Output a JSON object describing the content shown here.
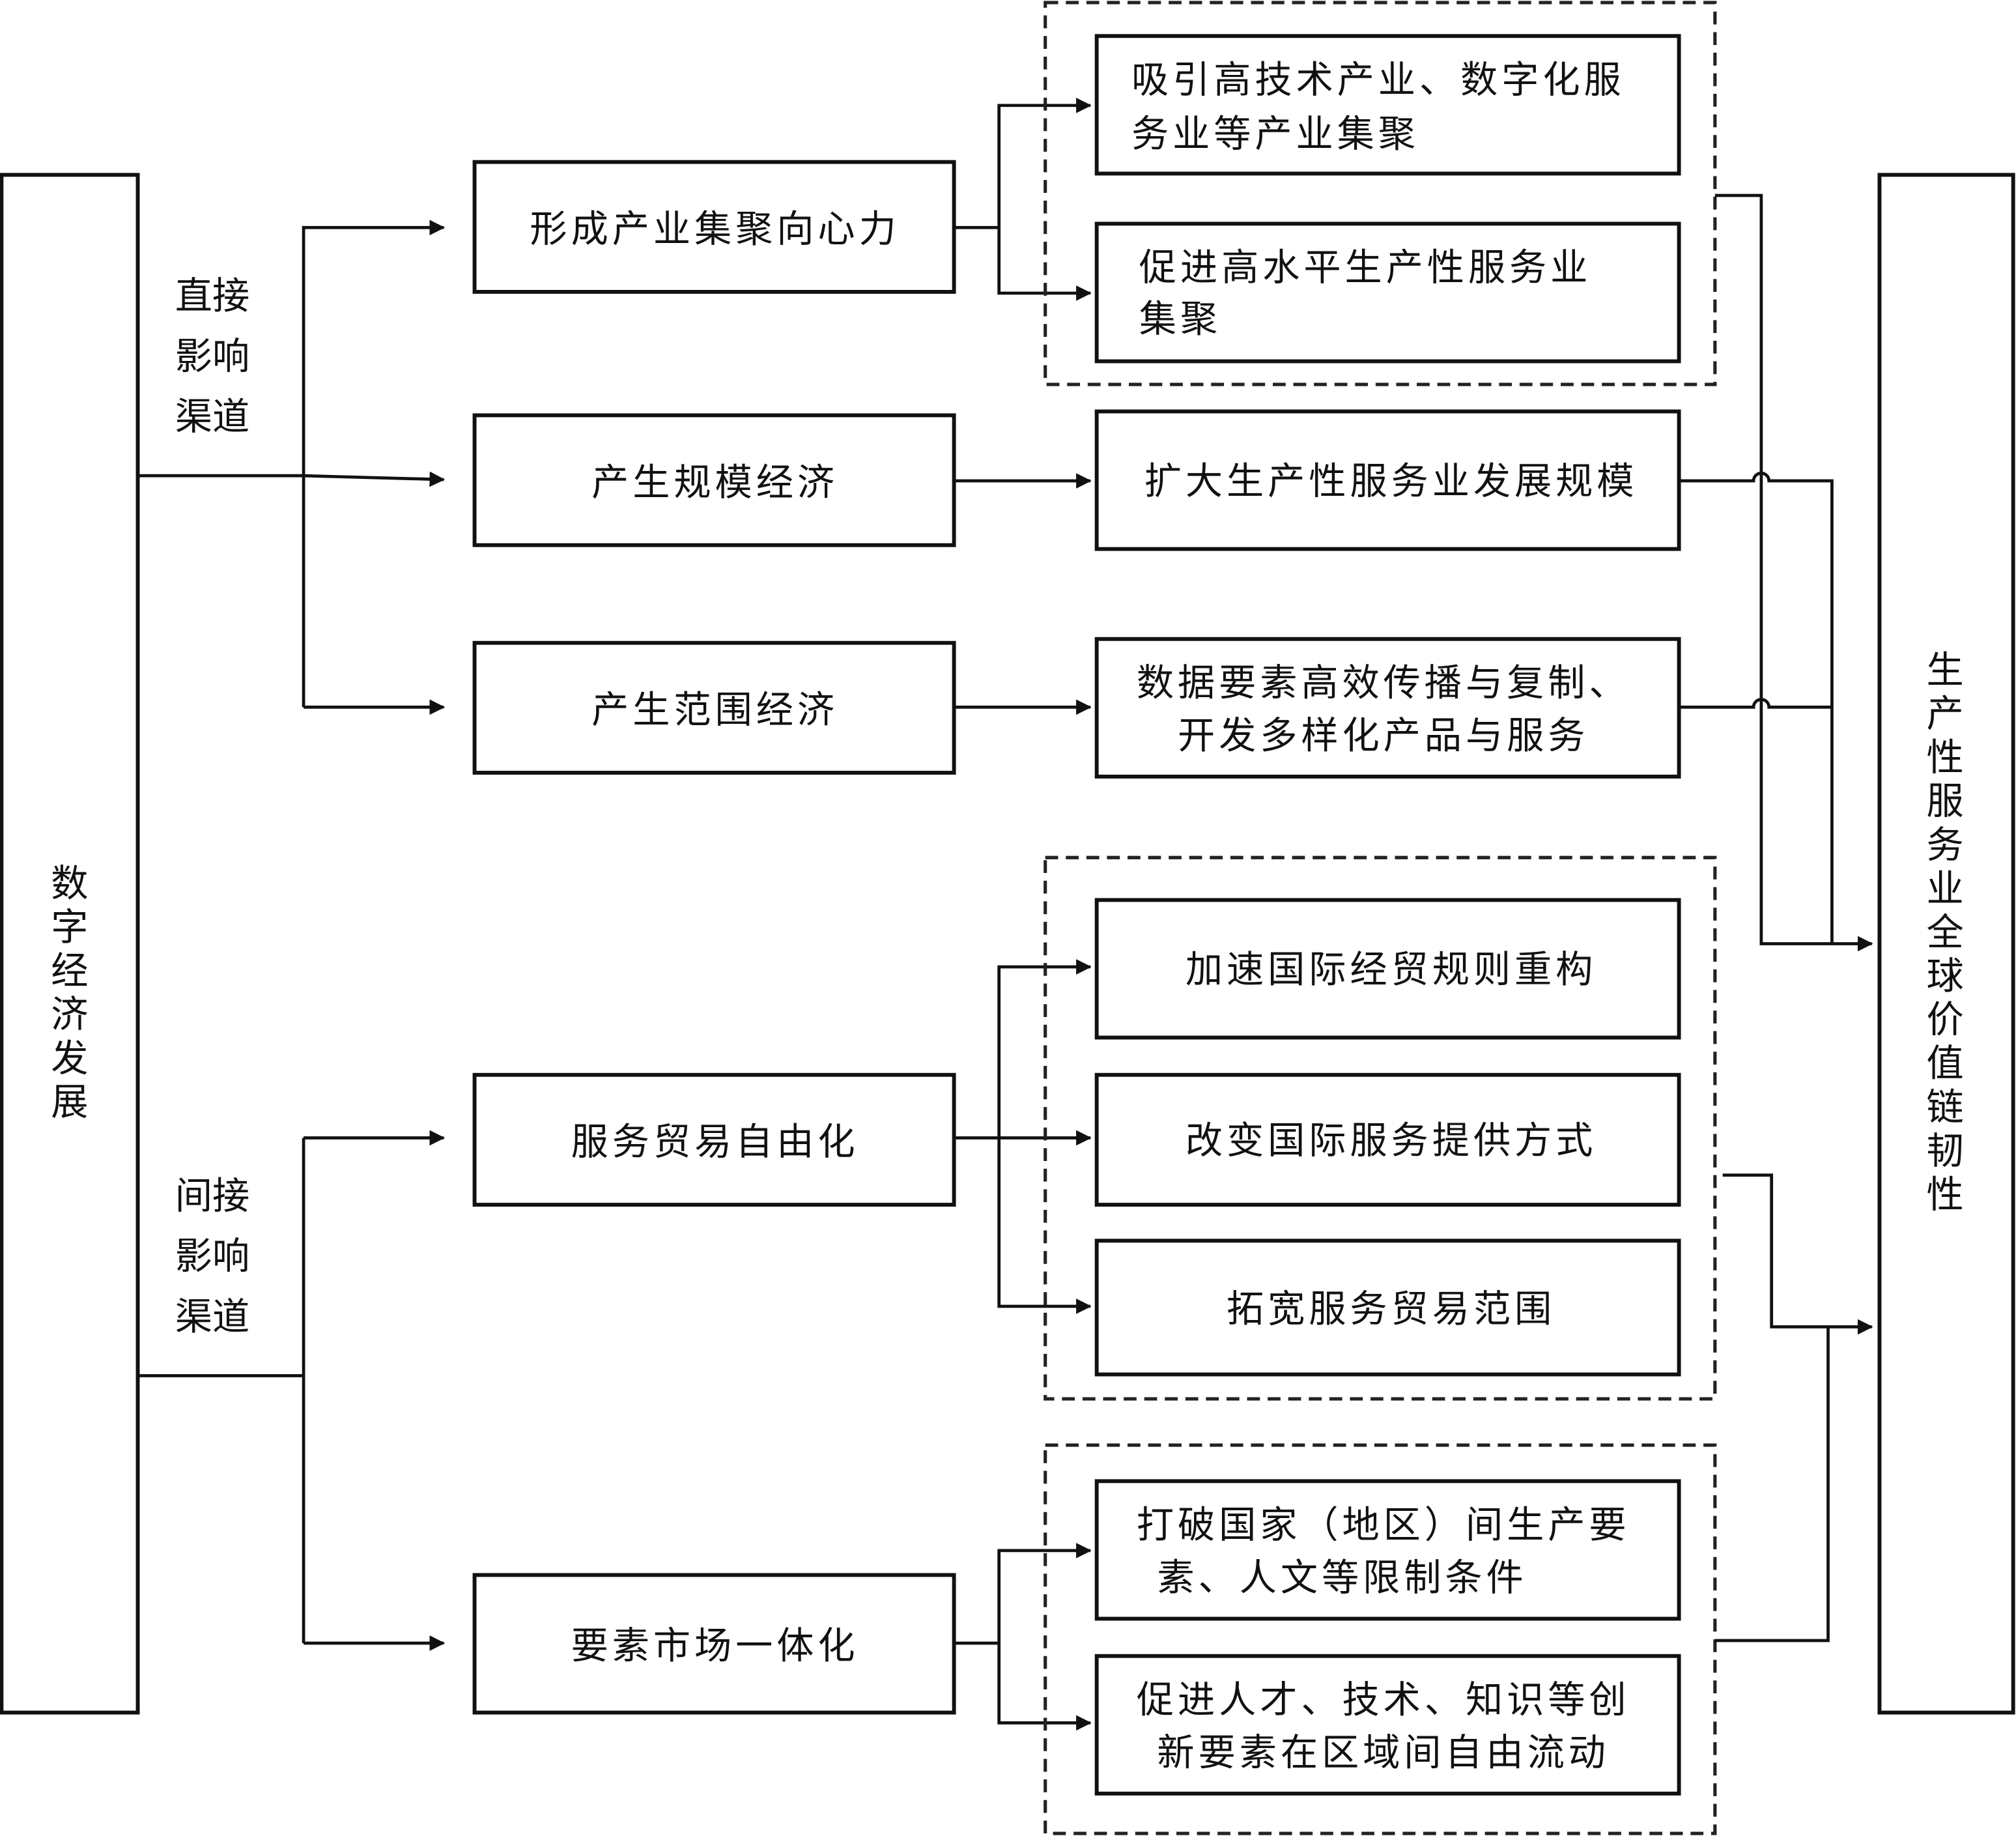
{
  "diagram": {
    "source": "数字经济发展",
    "target": "生产性服务业全球价值链韧性",
    "channels": [
      {
        "label_lines": [
          "直接",
          "影响",
          "渠道"
        ]
      },
      {
        "label_lines": [
          "间接",
          "影响",
          "渠道"
        ]
      }
    ],
    "mid_nodes": [
      {
        "label": "形成产业集聚向心力"
      },
      {
        "label": "产生规模经济"
      },
      {
        "label": "产生范围经济"
      },
      {
        "label": "服务贸易自由化"
      },
      {
        "label": "要素市场一体化"
      }
    ],
    "effect_nodes": [
      {
        "lines": [
          "吸引高技术产业、数字化服",
          "务业等产业集聚"
        ]
      },
      {
        "lines": [
          "促进高水平生产性服务业",
          "集聚"
        ]
      },
      {
        "lines": [
          "扩大生产性服务业发展规模"
        ]
      },
      {
        "lines": [
          "数据要素高效传播与复制、",
          "开发多样化产品与服务"
        ]
      },
      {
        "lines": [
          "加速国际经贸规则重构"
        ]
      },
      {
        "lines": [
          "改变国际服务提供方式"
        ]
      },
      {
        "lines": [
          "拓宽服务贸易范围"
        ]
      },
      {
        "lines": [
          "打破国家（地区）间生产要",
          "素、人文等限制条件"
        ]
      },
      {
        "lines": [
          "促进人才、技术、知识等创",
          "新要素在区域间自由流动"
        ]
      }
    ]
  }
}
